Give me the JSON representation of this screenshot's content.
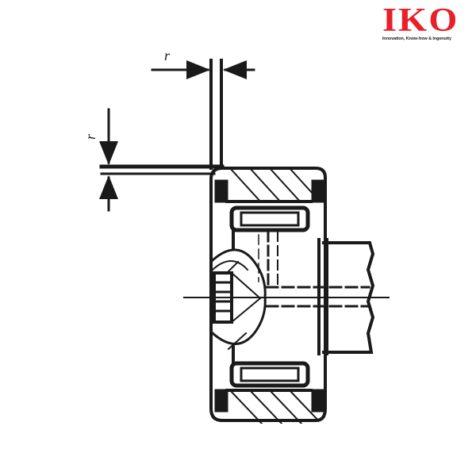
{
  "logo": {
    "mark": "IKO",
    "tagline": "Innovation, Know-how & Ingenuity",
    "color": "#e8202a"
  },
  "dimensions": {
    "horizontal_label": "r",
    "vertical_label": "r"
  },
  "drawing": {
    "subject": "cam follower bearing cross-section",
    "line_color": "#1a1a1a",
    "background": "#ffffff"
  }
}
